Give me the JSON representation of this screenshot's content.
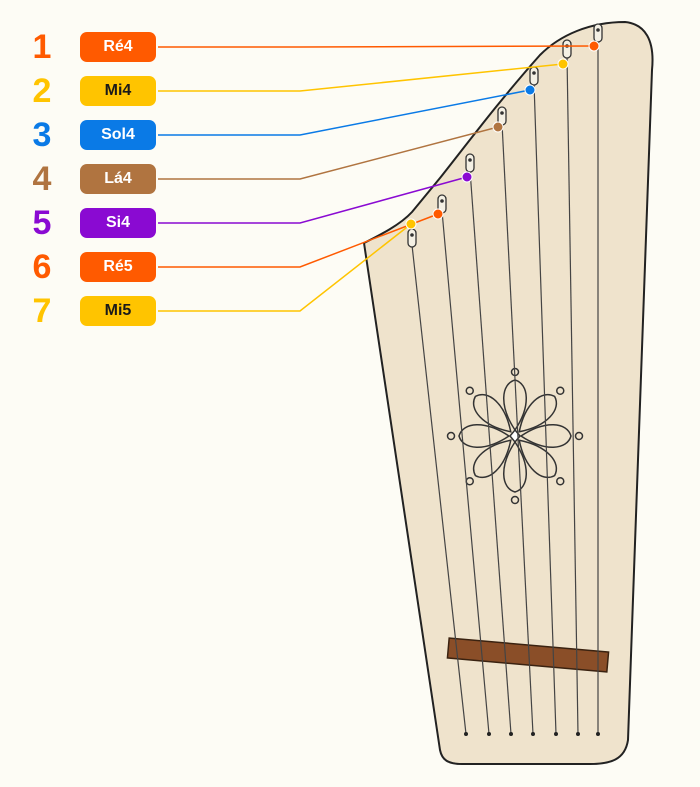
{
  "strings": [
    {
      "number": "1",
      "note": "Ré4",
      "color": "#ff5a00",
      "text_color": "#ffffff"
    },
    {
      "number": "2",
      "note": "Mi4",
      "color": "#ffc400",
      "text_color": "#1a1a1a"
    },
    {
      "number": "3",
      "note": "Sol4",
      "color": "#0a7ae6",
      "text_color": "#ffffff"
    },
    {
      "number": "4",
      "note": "Lá4",
      "color": "#b07440",
      "text_color": "#ffffff"
    },
    {
      "number": "5",
      "note": "Si4",
      "color": "#8a0ad2",
      "text_color": "#ffffff"
    },
    {
      "number": "6",
      "note": "Ré5",
      "color": "#ff5a00",
      "text_color": "#ffffff"
    },
    {
      "number": "7",
      "note": "Mi5",
      "color": "#ffc400",
      "text_color": "#1a1a1a"
    }
  ],
  "instrument": {
    "body_color": "#efe3cc",
    "outline_color": "#222222",
    "bridge_color": "#8a4e28"
  }
}
